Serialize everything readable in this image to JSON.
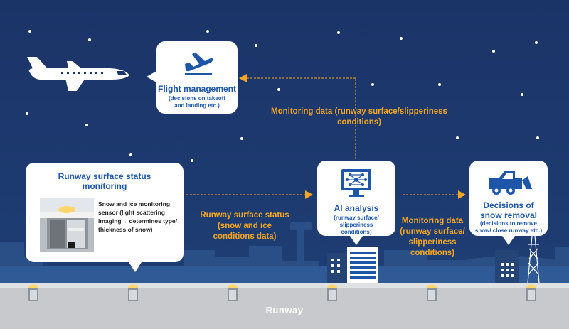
{
  "flight_management": {
    "title": "Flight management",
    "subtitle": "(decisions on takeoff and landing etc.)"
  },
  "monitoring_box": {
    "title": "Runway surface status monitoring",
    "sensor_caption": "Snow and ice monitoring sensor (light scattering imaging→ determines type/ thickness of snow)"
  },
  "ai_analysis": {
    "title": "AI analysis",
    "subtitle": "(runway surface/ slipperiness conditions)"
  },
  "snow_removal": {
    "title": "Decisions of snow removal",
    "subtitle": "(decisions to remove snow/ close runway etc.)"
  },
  "labels": {
    "monitoring_data_top": "Monitoring data (runway surface/slipperiness conditions)",
    "runway_status": "Runway surface status (snow and ice conditions data)",
    "monitoring_data_right": "Monitoring data (runway surface/ slipperiness conditions)"
  },
  "runway_label": "Runway",
  "icons": {
    "airplane": "airplane-icon",
    "takeoff": "takeoff-icon",
    "ai": "ai-network-icon",
    "snowplow": "snowplow-icon",
    "sensor": "sensor-icon"
  },
  "colors": {
    "sky": "#1c3567",
    "accent_orange": "#f5a623",
    "title_blue": "#1d56a8",
    "runway_gray": "#c7c9cc"
  }
}
